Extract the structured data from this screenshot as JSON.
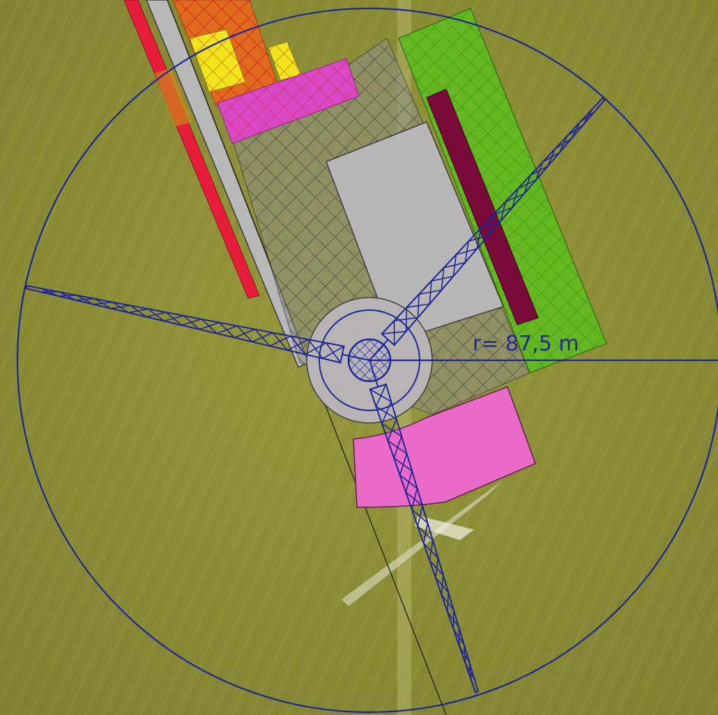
{
  "map": {
    "view": "site-plan-overlay-on-aerial-photo",
    "radius_label": "r= 87,5 m",
    "colors": {
      "field": "#8f9038",
      "field_light": "#a3a648",
      "turbine_lines": "#1c2496",
      "construction_area": "#8f8f84",
      "foundation_circle": "#b8b4b6",
      "red_strip": "#e81d3a",
      "yellow_area": "#f0e41c",
      "magenta_area": "#da49c5",
      "pink_area": "#ea6ac8",
      "green_area": "#5ebf1d",
      "maroon_strip": "#7a0a3a",
      "orange_area": "#e06a1e",
      "access_road": "#b8b8b8"
    },
    "layers": [
      "aerial-photo",
      "access-road",
      "red-strip",
      "orange-hatched-area",
      "yellow-hatched-areas",
      "magenta-hatched-area",
      "crosshatched-construction-area",
      "gray-crane-pad",
      "green-hatched-area",
      "maroon-strip",
      "pink-storage-area",
      "foundation-circle",
      "rotor-blades",
      "rotor-circle",
      "radius-line"
    ]
  }
}
